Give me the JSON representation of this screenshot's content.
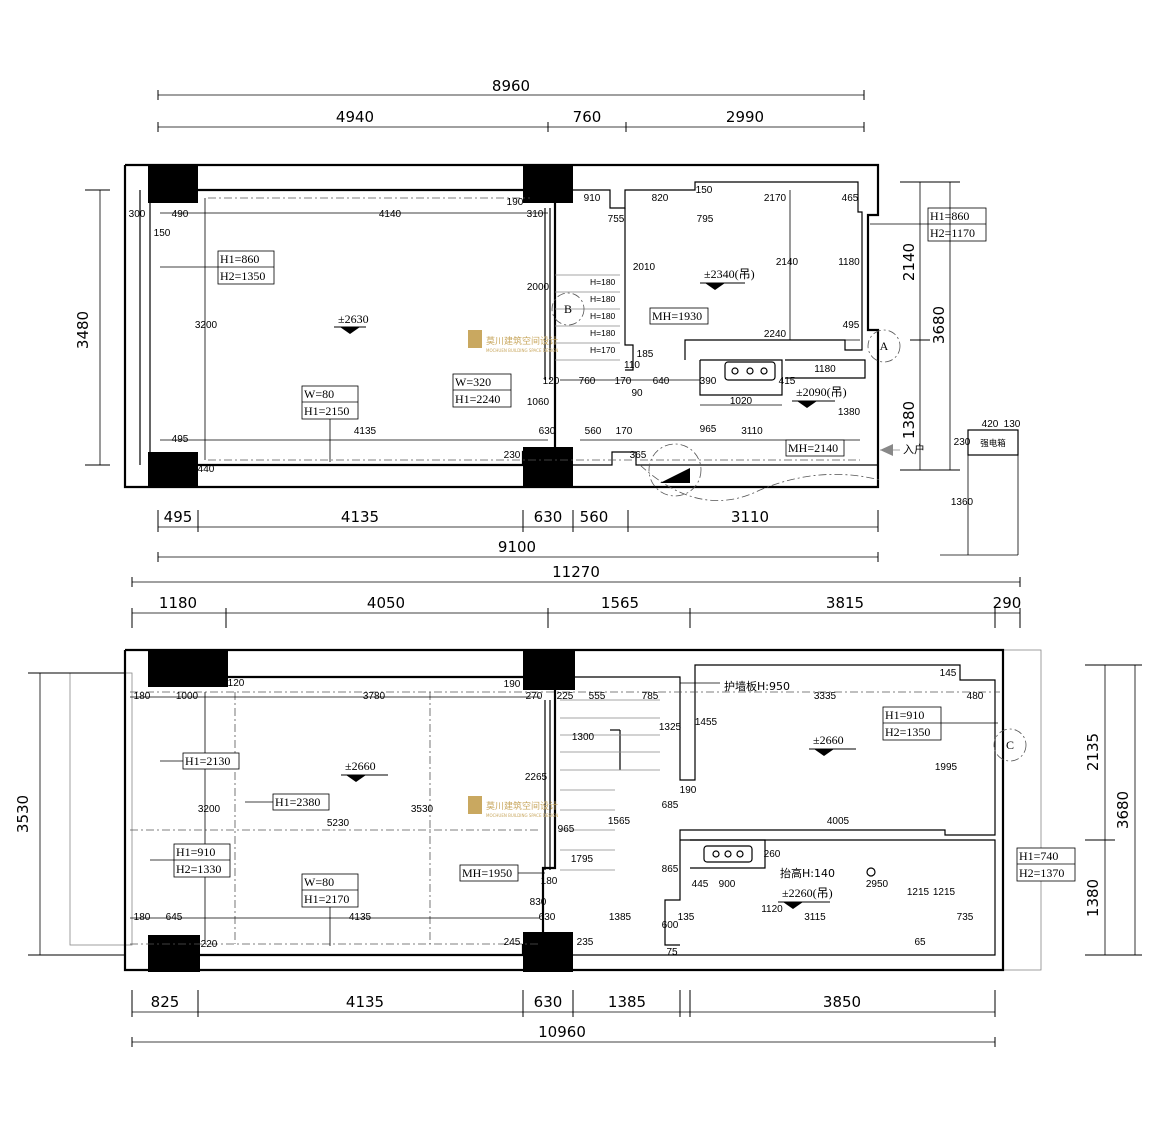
{
  "plan1": {
    "dims_top_total": "8960",
    "dims_top": [
      "4940",
      "760",
      "2990"
    ],
    "dims_bottom": [
      "495",
      "4135",
      "630",
      "560",
      "3110"
    ],
    "dims_bottom_total": "9100",
    "dim_left": "3480",
    "dims_right": [
      "2140",
      "3680",
      "1380"
    ],
    "inner_dims": [
      "300",
      "490",
      "150",
      "4140",
      "190",
      "310",
      "910",
      "820",
      "150",
      "2170",
      "465",
      "755",
      "795",
      "2010",
      "2140",
      "1180",
      "2000",
      "2240",
      "495",
      "3200",
      "120",
      "760",
      "170",
      "640",
      "390",
      "415",
      "1180",
      "110",
      "185",
      "1060",
      "90",
      "1020",
      "1380",
      "495",
      "4135",
      "630",
      "560",
      "170",
      "965",
      "3110",
      "230",
      "440",
      "365",
      "420",
      "130",
      "230",
      "1360"
    ],
    "stair_heights": [
      "H=180",
      "H=180",
      "H=180",
      "H=180",
      "H=170"
    ],
    "levels": [
      "±2630",
      "±2340(吊)",
      "±2090(吊)"
    ],
    "tags": [
      {
        "l1": "H1=860",
        "l2": "H2=1350"
      },
      {
        "l1": "H1=860",
        "l2": "H2=1170"
      },
      {
        "l1": "W=80",
        "l2": "H1=2150"
      },
      {
        "l1": "W=320",
        "l2": "H1=2240"
      },
      {
        "l1": "MH=1930",
        "l2": ""
      },
      {
        "l1": "MH=2140",
        "l2": ""
      }
    ],
    "markers": [
      "A",
      "B"
    ],
    "entrance": "入户",
    "meter_box": "强电箱"
  },
  "plan2": {
    "dim_top_total": "11270",
    "dims_top": [
      "1180",
      "4050",
      "1565",
      "3815",
      "290"
    ],
    "dims_bottom": [
      "825",
      "4135",
      "630",
      "1385",
      "3850"
    ],
    "dims_bottom_total": "10960",
    "dim_left": "3530",
    "dims_right_inner": [
      "2135",
      "1380"
    ],
    "dim_right_outer": "3680",
    "inner_dims": [
      "180",
      "1000",
      "120",
      "3780",
      "190",
      "270",
      "225",
      "555",
      "785",
      "3335",
      "145",
      "480",
      "1325",
      "1455",
      "1300",
      "1995",
      "2265",
      "3200",
      "3530",
      "5230",
      "685",
      "190",
      "4005",
      "965",
      "1565",
      "1795",
      "865",
      "445",
      "900",
      "2950",
      "1215",
      "1215",
      "735",
      "180",
      "645",
      "4135",
      "630",
      "1385",
      "135",
      "3115",
      "1120",
      "600",
      "75",
      "830",
      "245",
      "235",
      "220",
      "180",
      "65",
      "260"
    ],
    "levels": [
      "±2660",
      "±2660",
      "±2260(吊)"
    ],
    "notes": [
      "护墙板H:950",
      "抬高H:140"
    ],
    "tags": [
      {
        "l1": "H1=2130",
        "l2": ""
      },
      {
        "l1": "H1=2380",
        "l2": ""
      },
      {
        "l1": "H1=910",
        "l2": "H2=1330"
      },
      {
        "l1": "W=80",
        "l2": "H1=2170"
      },
      {
        "l1": "H1=910",
        "l2": "H2=1350"
      },
      {
        "l1": "H1=740",
        "l2": "H2=1370"
      },
      {
        "l1": "MH=1950",
        "l2": ""
      }
    ],
    "markers": [
      "C"
    ]
  },
  "watermark": {
    "name": "莫川建筑空间设计",
    "sub": "MOCHUEN BUILDING SPACE DESIGN"
  },
  "colors": {
    "ink": "#000000",
    "watermark": "#c9a860"
  }
}
